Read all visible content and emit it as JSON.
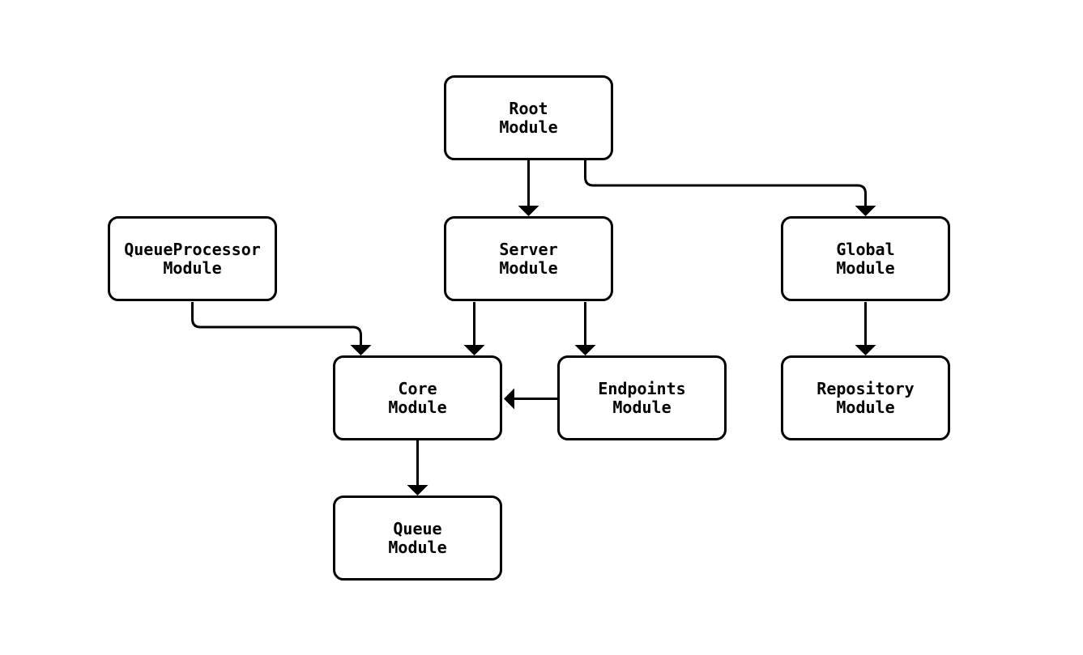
{
  "canvas": {
    "background_color": "#ffffff",
    "stroke_color": "#000000",
    "node_fill_color": "#ffffff",
    "text_color": "#000000"
  },
  "diagram": {
    "type": "module-dependency-graph",
    "nodes": [
      {
        "id": "root-module",
        "label": "Root\nModule"
      },
      {
        "id": "queueprocessor-module",
        "label": "QueueProcessor\nModule"
      },
      {
        "id": "server-module",
        "label": "Server\nModule"
      },
      {
        "id": "global-module",
        "label": "Global\nModule"
      },
      {
        "id": "core-module",
        "label": "Core\nModule"
      },
      {
        "id": "endpoints-module",
        "label": "Endpoints\nModule"
      },
      {
        "id": "repository-module",
        "label": "Repository\nModule"
      },
      {
        "id": "queue-module",
        "label": "Queue\nModule"
      }
    ],
    "edges": [
      {
        "from": "root-module",
        "to": "server-module"
      },
      {
        "from": "root-module",
        "to": "global-module"
      },
      {
        "from": "queueprocessor-module",
        "to": "core-module"
      },
      {
        "from": "server-module",
        "to": "core-module"
      },
      {
        "from": "server-module",
        "to": "endpoints-module"
      },
      {
        "from": "endpoints-module",
        "to": "core-module"
      },
      {
        "from": "global-module",
        "to": "repository-module"
      },
      {
        "from": "core-module",
        "to": "queue-module"
      }
    ]
  }
}
